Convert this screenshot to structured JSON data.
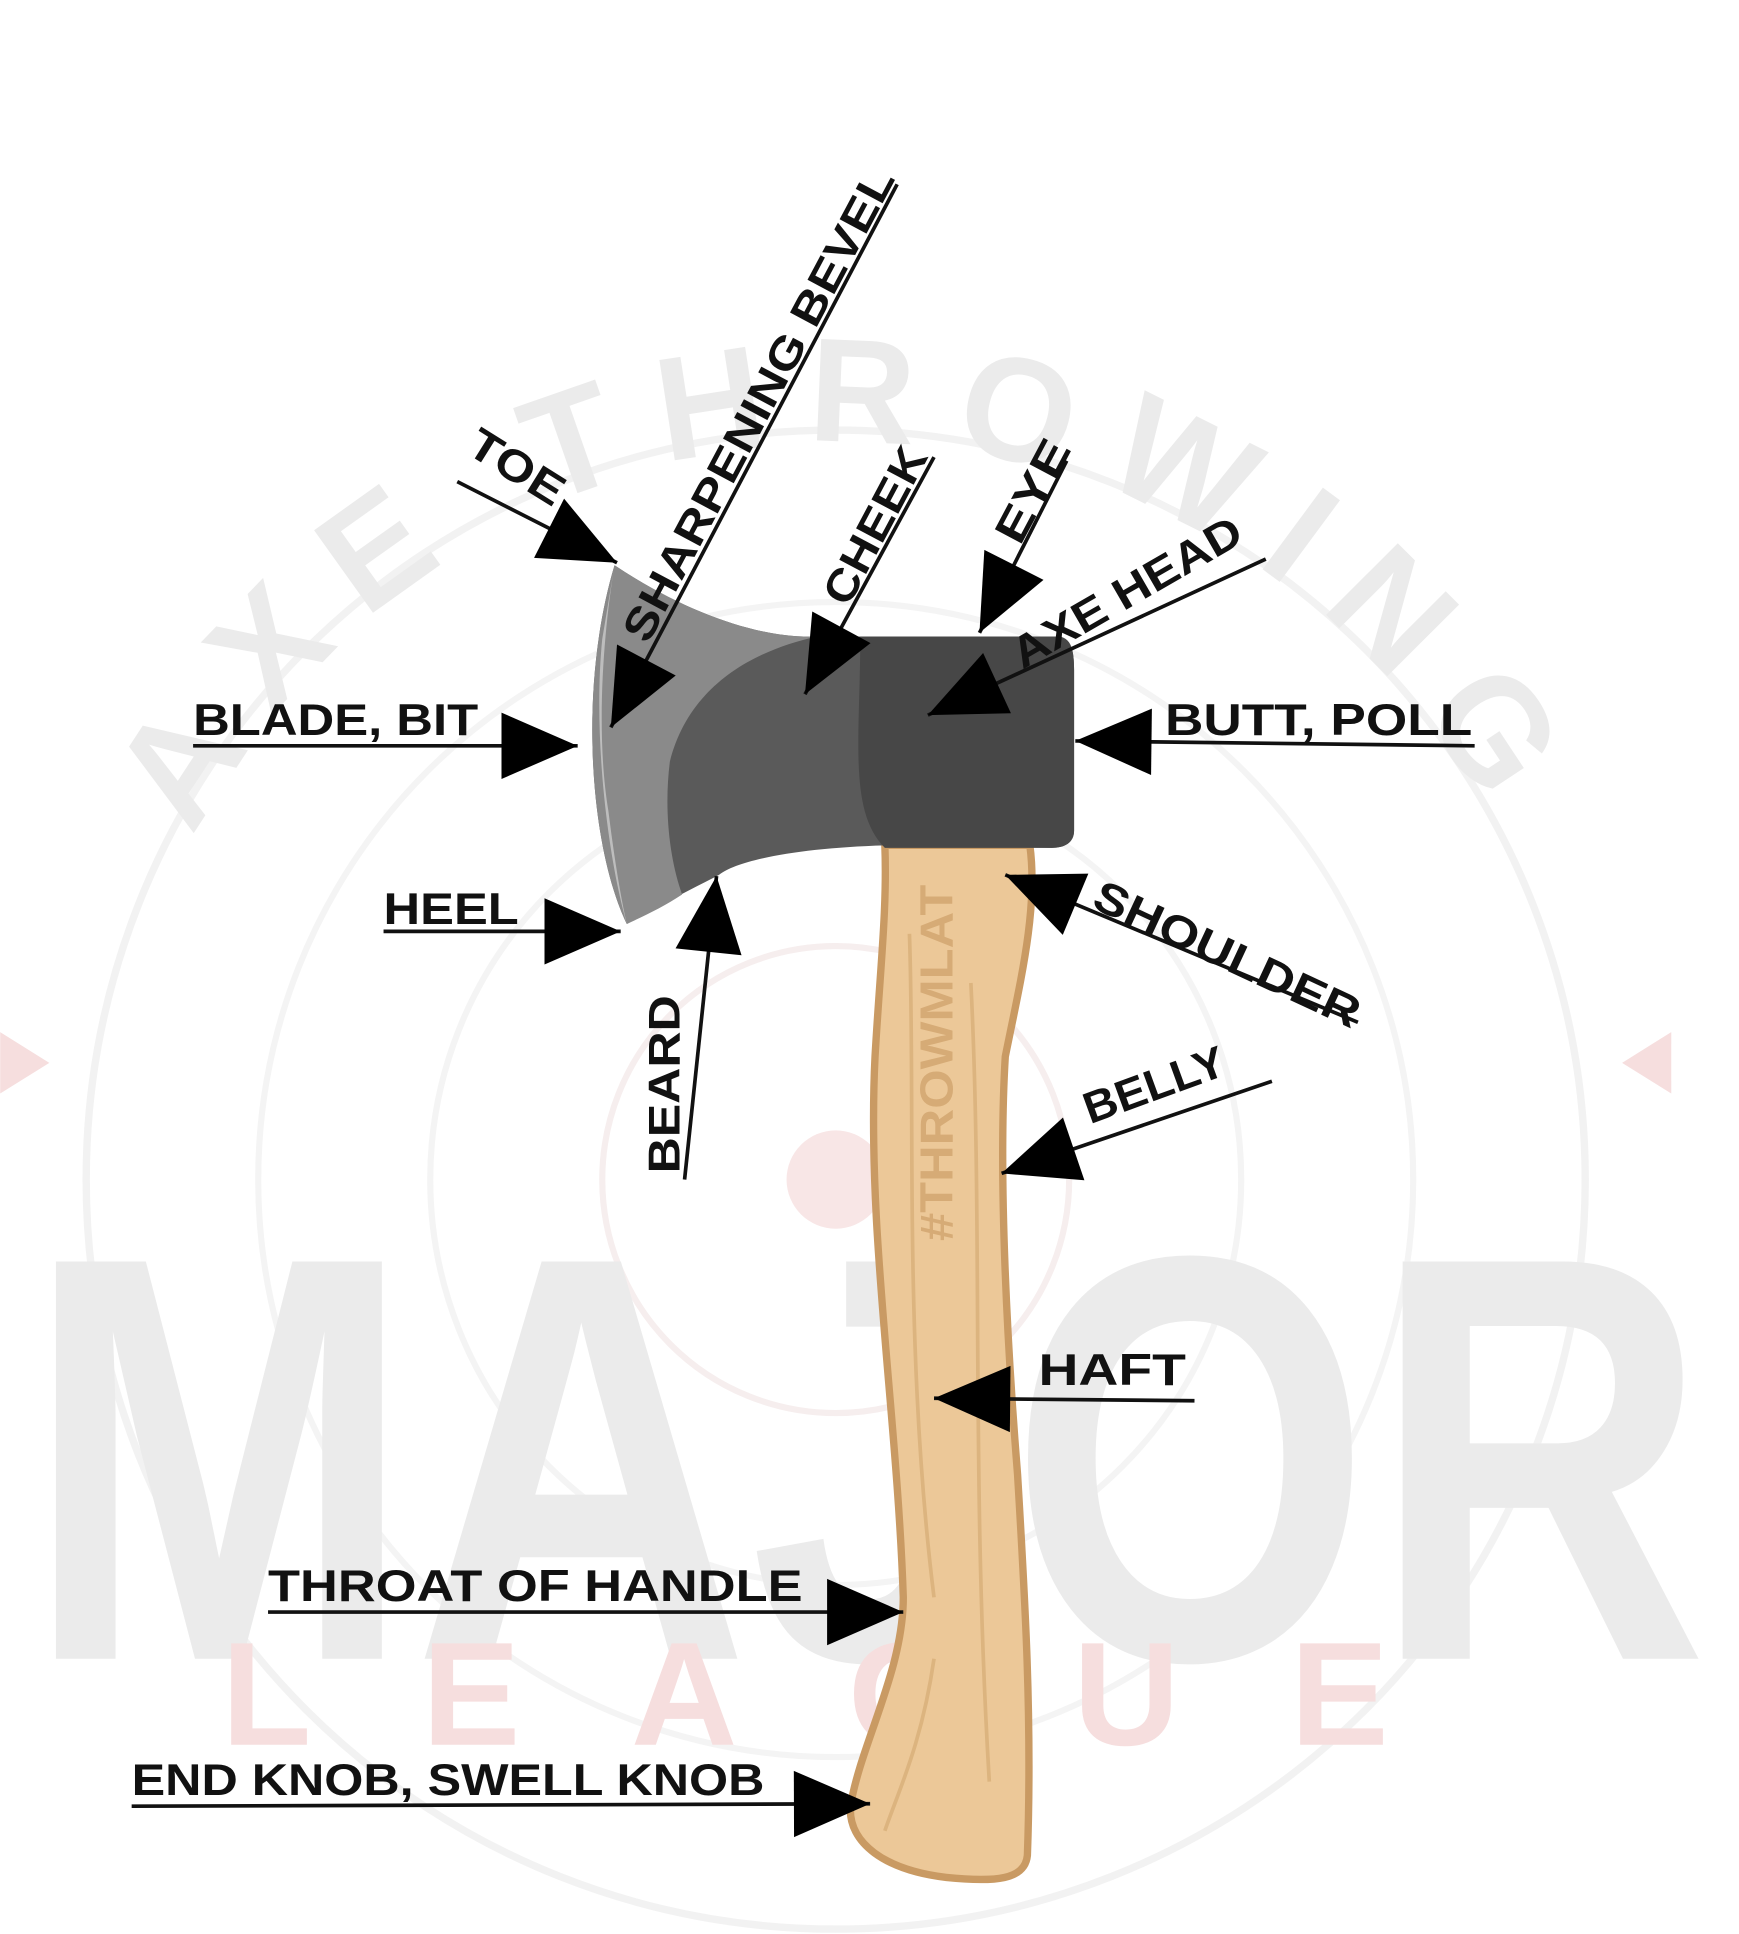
{
  "watermark": {
    "arc_text": "AXE THROWING",
    "main_text": "MAJOR",
    "sub_text": "LEAGUE"
  },
  "handle_engraving": "#THROWMLAT",
  "labels": [
    "TOE",
    "SHARPENING BEVEL",
    "CHEEK",
    "EYE",
    "AXE HEAD",
    "BLADE, BIT",
    "BUTT, POLL",
    "HEEL",
    "BEARD",
    "SHOULDER",
    "BELLY",
    "HAFT",
    "THROAT OF HANDLE",
    "END KNOB, SWELL KNOB"
  ],
  "colors": {
    "head_dark": "#4a4a4a",
    "head_mid": "#5f5f5f",
    "bevel": "#9a9a9a",
    "handle": "#ecc898",
    "handle_shadow": "#c99a63",
    "watermark_gray": "#ececec",
    "watermark_red": "#f6dede"
  }
}
